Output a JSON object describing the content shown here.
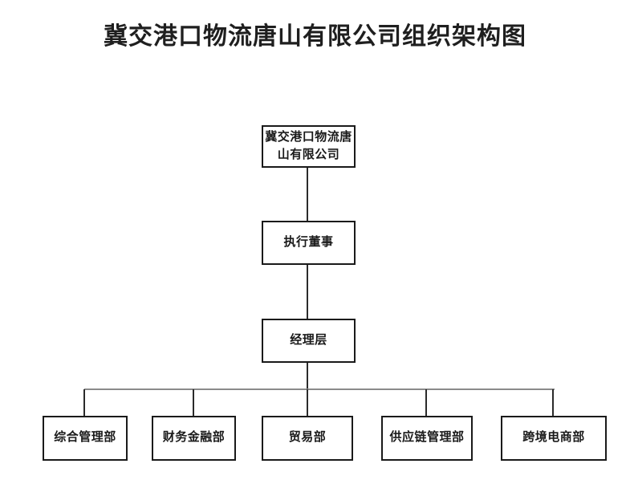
{
  "page": {
    "title": "冀交港口物流唐山有限公司组织架构图",
    "background_color": "#ffffff"
  },
  "orgchart": {
    "type": "org-tree",
    "root": {
      "label": "冀交港口物流唐山有限公司"
    },
    "level2": {
      "label": "执行董事"
    },
    "level3": {
      "label": "经理层"
    },
    "departments": [
      {
        "label": "综合管理部"
      },
      {
        "label": "财务金融部"
      },
      {
        "label": "贸易部"
      },
      {
        "label": "供应链管理部"
      },
      {
        "label": "跨境电商部"
      }
    ],
    "hierarchy_note": "root > level2 > level3 > departments (5 parallel)",
    "colors": {
      "box_border": "#1a1a1a",
      "box_fill": "#ffffff",
      "text": "#1a1a1a",
      "connector_vertical": "#2b2b2b",
      "connector_horizontal_rail": "#8a8a8a"
    }
  }
}
